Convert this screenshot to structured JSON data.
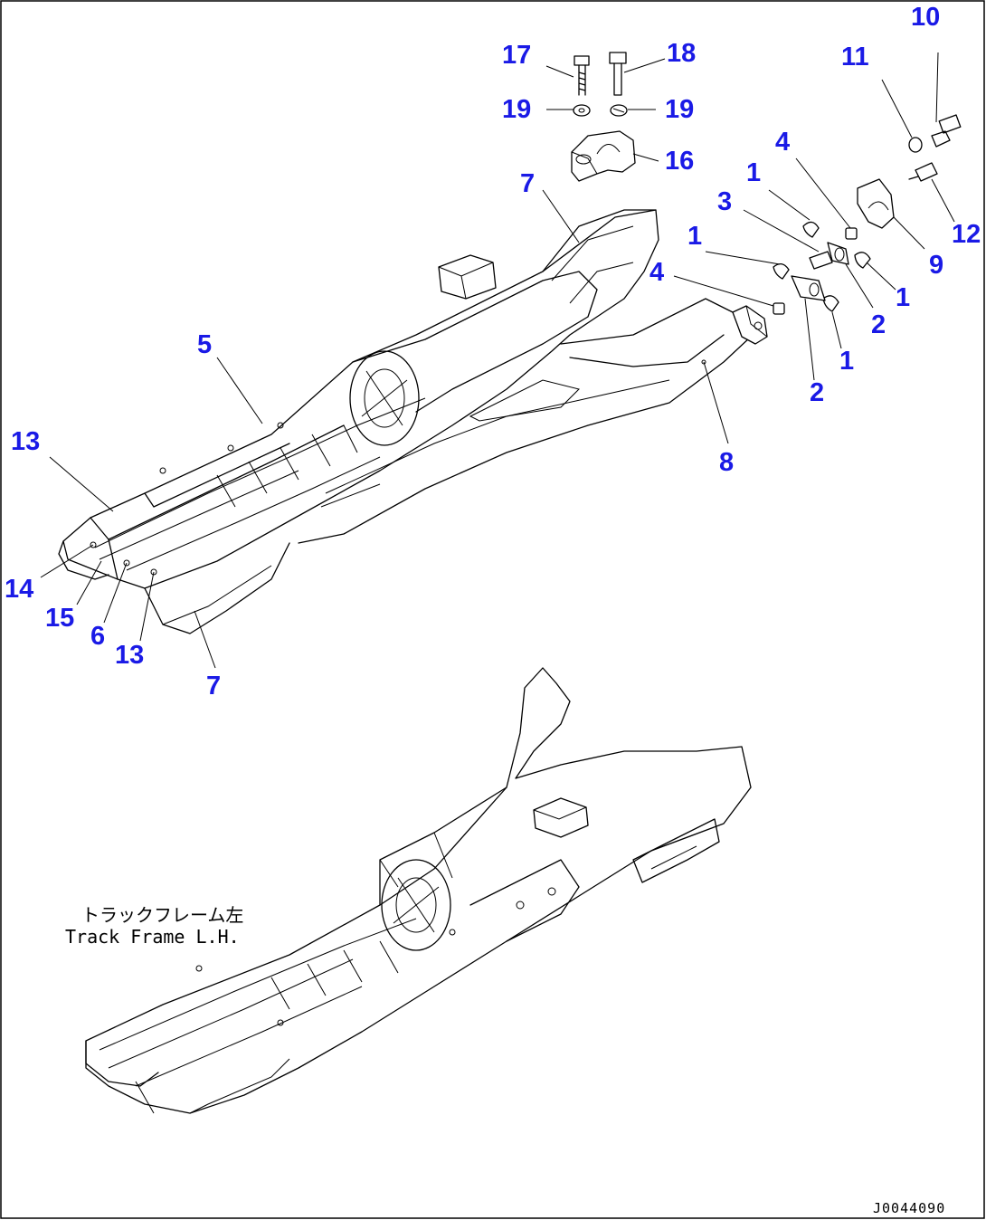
{
  "callouts": [
    {
      "id": "c10",
      "text": "10"
    },
    {
      "id": "c17",
      "text": "17"
    },
    {
      "id": "c18",
      "text": "18"
    },
    {
      "id": "c11",
      "text": "11"
    },
    {
      "id": "c19a",
      "text": "19"
    },
    {
      "id": "c19b",
      "text": "19"
    },
    {
      "id": "c16",
      "text": "16"
    },
    {
      "id": "c4a",
      "text": "4"
    },
    {
      "id": "c7a",
      "text": "7"
    },
    {
      "id": "c1a",
      "text": "1"
    },
    {
      "id": "c3",
      "text": "3"
    },
    {
      "id": "c12",
      "text": "12"
    },
    {
      "id": "c1b",
      "text": "1"
    },
    {
      "id": "c9",
      "text": "9"
    },
    {
      "id": "c1c",
      "text": "1"
    },
    {
      "id": "c4b",
      "text": "4"
    },
    {
      "id": "c2a",
      "text": "2"
    },
    {
      "id": "c5",
      "text": "5"
    },
    {
      "id": "c1d",
      "text": "1"
    },
    {
      "id": "c2b",
      "text": "2"
    },
    {
      "id": "c8",
      "text": "8"
    },
    {
      "id": "c13a",
      "text": "13"
    },
    {
      "id": "c14",
      "text": "14"
    },
    {
      "id": "c15",
      "text": "15"
    },
    {
      "id": "c6",
      "text": "6"
    },
    {
      "id": "c13b",
      "text": "13"
    },
    {
      "id": "c7b",
      "text": "7"
    }
  ],
  "caption": {
    "japanese": "トラックフレーム左",
    "english": "Track Frame L.H."
  },
  "drawing_code": "J0044090"
}
